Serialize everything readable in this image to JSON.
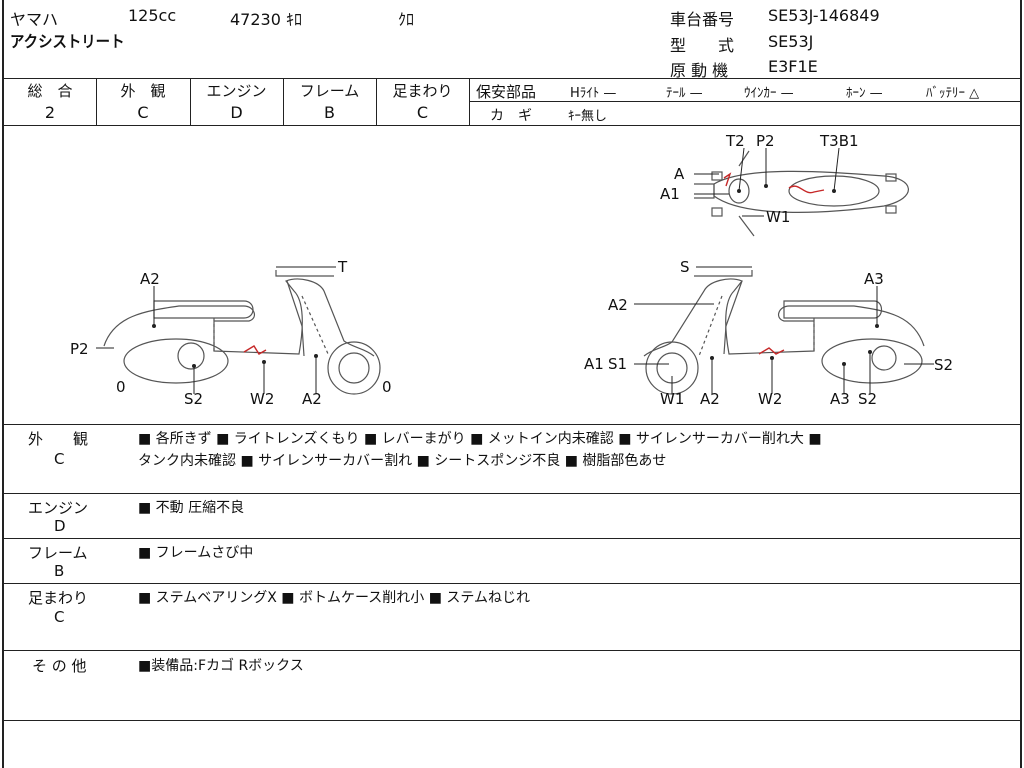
{
  "header": {
    "maker": "ヤマハ",
    "displacement": "125cc",
    "mileage": "47230 ｷﾛ",
    "color": "ｸﾛ",
    "model_name": "アクシストリート",
    "frame_no_label": "車台番号",
    "frame_no": "SE53J-146849",
    "type_label": "型　　式",
    "type_value": "SE53J",
    "engine_label": "原 動 機",
    "engine_value": "E3F1E"
  },
  "grades": {
    "overall_label": "総　合",
    "overall_value": "2",
    "exterior_label": "外　観",
    "exterior_value": "C",
    "engine_label": "エンジン",
    "engine_value": "D",
    "frame_label": "フレーム",
    "frame_value": "B",
    "suspension_label": "足まわり",
    "suspension_value": "C"
  },
  "safety": {
    "label": "保安部品",
    "items": [
      {
        "name": "Hﾗｲﾄ",
        "status": "—"
      },
      {
        "name": "ﾃｰﾙ",
        "status": "—"
      },
      {
        "name": "ｳｲﾝｶｰ",
        "status": "—"
      },
      {
        "name": "ﾎｰﾝ",
        "status": "—"
      },
      {
        "name": "ﾊﾞｯﾃﾘｰ",
        "status": "△"
      }
    ],
    "key_label": "カ　ギ",
    "key_value": "ｷｰ無し"
  },
  "diagram": {
    "top_labels": [
      "T2",
      "P2",
      "T3B1",
      "A",
      "A1",
      "W1"
    ],
    "left_labels": [
      "A2",
      "T",
      "P2",
      "0",
      "0",
      "S2",
      "W2",
      "A2"
    ],
    "right_labels": [
      "S",
      "A3",
      "A2",
      "A1",
      "S1",
      "S2",
      "W1",
      "A2",
      "W2",
      "A3",
      "S2"
    ]
  },
  "details": {
    "exterior": {
      "label": "外　　観",
      "grade": "C",
      "line1": "■ 各所きず ■ ライトレンズくもり ■ レバーまがり ■ メットイン内未確認 ■ サイレンサーカバー削れ大 ■",
      "line2": "タンク内未確認 ■ サイレンサーカバー割れ ■ シートスポンジ不良 ■ 樹脂部色あせ"
    },
    "engine": {
      "label": "エンジン",
      "grade": "D",
      "line1": "■ 不動 圧縮不良"
    },
    "frame": {
      "label": "フレーム",
      "grade": "B",
      "line1": "■ フレームさび中"
    },
    "suspension": {
      "label": "足まわり",
      "grade": "C",
      "line1": "■ ステムベアリングX ■ ボトムケース削れ小 ■ ステムねじれ"
    },
    "other": {
      "label": "そ の 他",
      "line1": "■装備品:Fカゴ Rボックス"
    }
  }
}
